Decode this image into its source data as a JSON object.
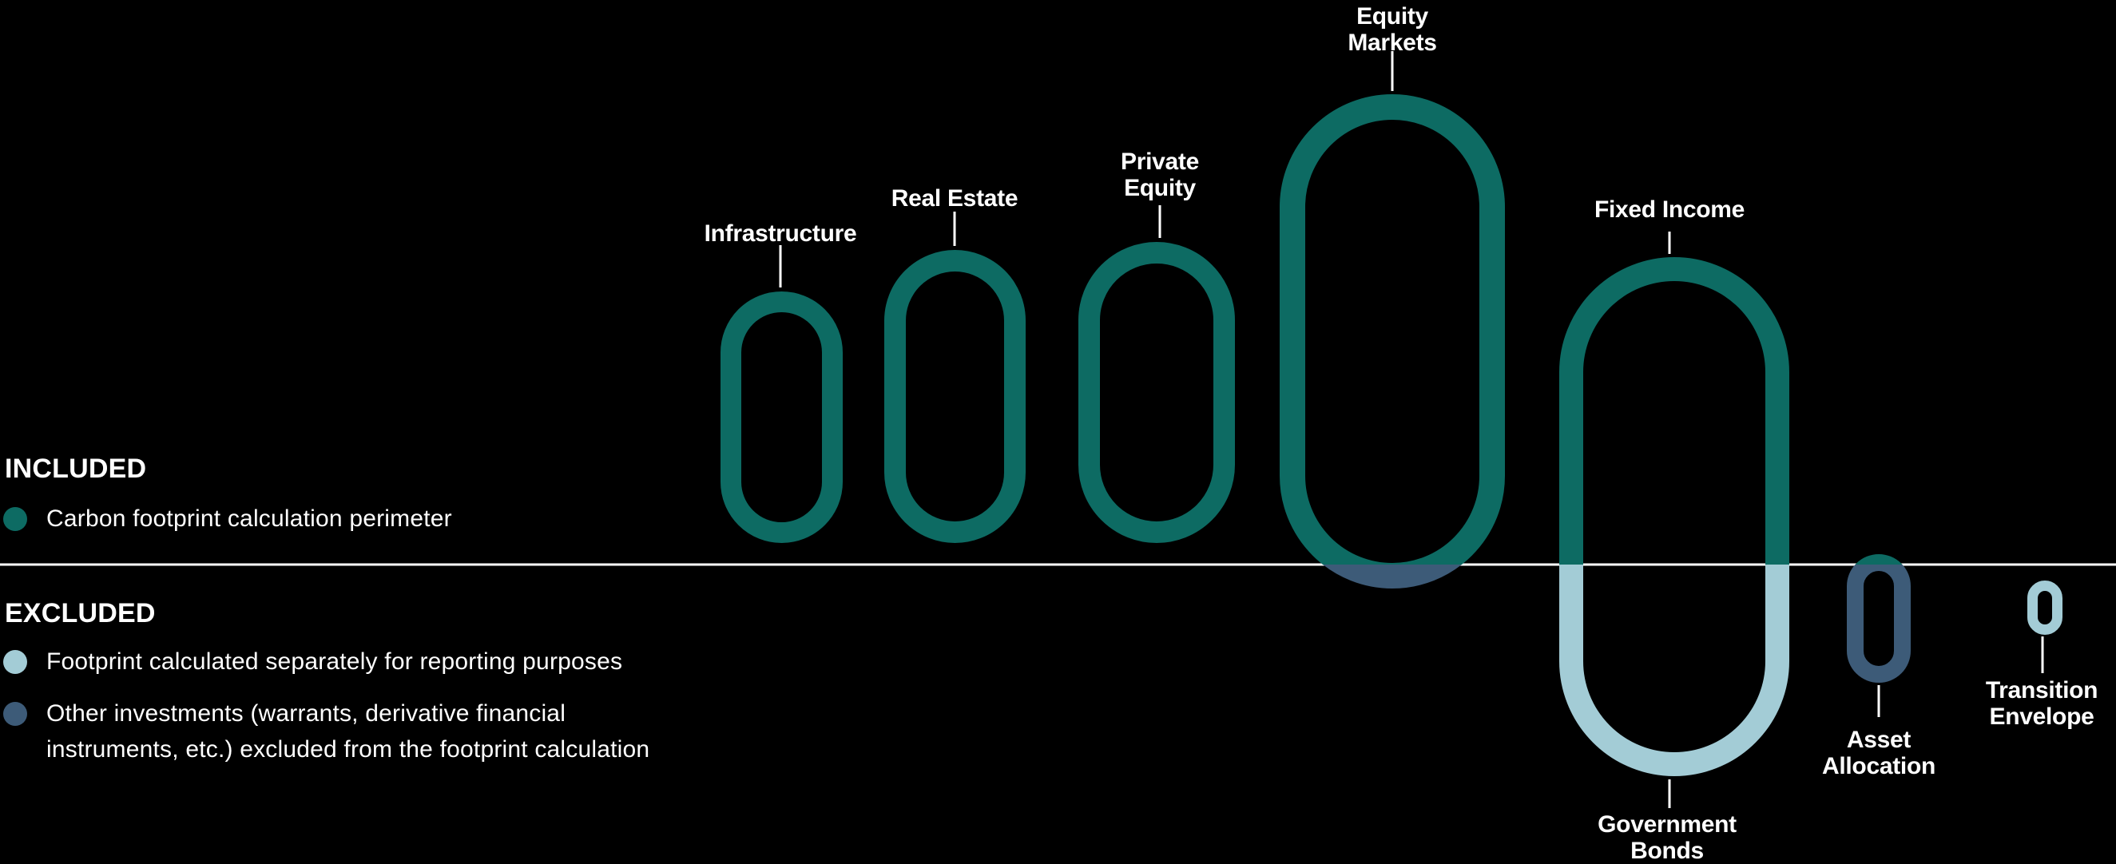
{
  "colors": {
    "background": "#000000",
    "included_teal": "#0d6b63",
    "excluded_light_blue": "#a3ccd6",
    "excluded_dark_blue": "#3d5b78",
    "divider_line": "#ffffff",
    "label_text": "#ffffff"
  },
  "legend": {
    "included": {
      "heading": "INCLUDED",
      "items": [
        {
          "label": "Carbon footprint calculation perimeter",
          "dot_color": "#0d6b63",
          "dot_icon": "teal-dot"
        }
      ]
    },
    "excluded": {
      "heading": "EXCLUDED",
      "items": [
        {
          "label": "Footprint calculated separately for reporting purposes",
          "dot_color": "#a3ccd6",
          "dot_icon": "light-blue-dot"
        },
        {
          "label": "Other investments (warrants, derivative financial\ninstruments, etc.) excluded from the footprint calculation",
          "dot_color": "#3d5b78",
          "dot_icon": "dark-blue-dot"
        }
      ]
    }
  },
  "asset_classes": [
    {
      "label": "Infrastructure",
      "segment_colors": [
        "#0d6b63"
      ],
      "position": "above divider"
    },
    {
      "label": "Real Estate",
      "segment_colors": [
        "#0d6b63"
      ],
      "position": "above divider"
    },
    {
      "label": "Private\nEquity",
      "segment_colors": [
        "#0d6b63"
      ],
      "position": "above divider"
    },
    {
      "label": "Equity\nMarkets",
      "segment_colors": [
        "#0d6b63",
        "#3d5b78"
      ],
      "position": "mostly above divider, bottom tip below"
    },
    {
      "label": "Fixed Income",
      "segment_colors": [
        "#0d6b63",
        "#a3ccd6"
      ],
      "position": "spans divider; lower half labelled Government Bonds"
    },
    {
      "label": "Government\nBonds",
      "segment_colors": [
        "#a3ccd6"
      ],
      "position": "below divider (lower half of Fixed Income ring)"
    },
    {
      "label": "Asset\nAllocation",
      "segment_colors": [
        "#0d6b63",
        "#3d5b78"
      ],
      "position": "below divider, small teal cap above"
    },
    {
      "label": "Transition\nEnvelope",
      "segment_colors": [
        "#a3ccd6"
      ],
      "position": "below divider"
    }
  ]
}
